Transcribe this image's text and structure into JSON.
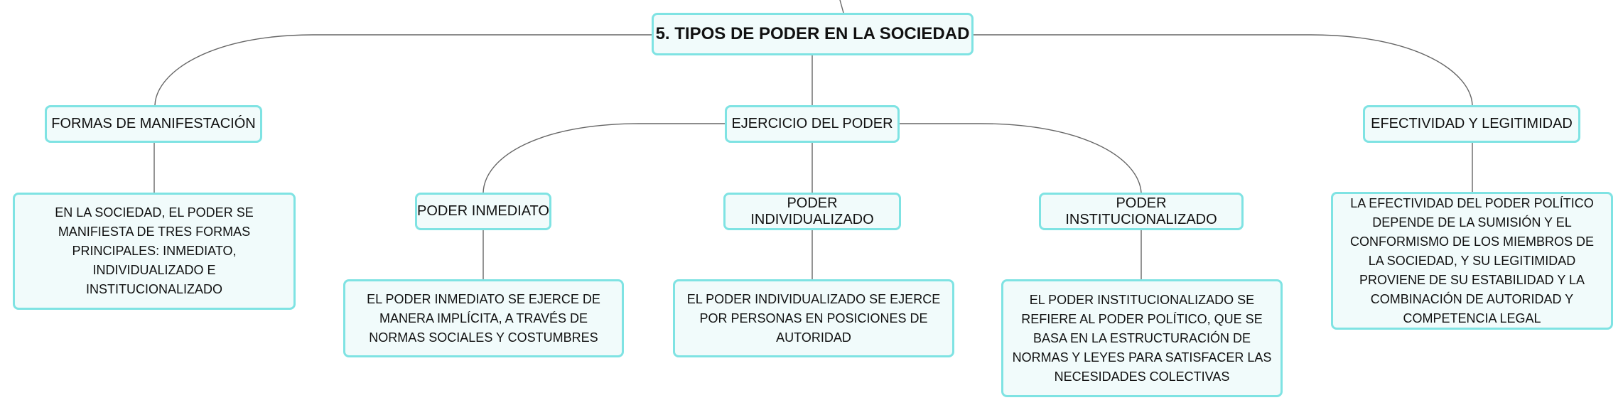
{
  "colors": {
    "node_border": "#7fe3e3",
    "node_fill": "#f1fbfb",
    "connector": "#666666",
    "text": "#111111"
  },
  "root": {
    "label": "5. TIPOS DE PODER EN LA SOCIEDAD"
  },
  "branches": {
    "formas": {
      "label": "FORMAS DE MANIFESTACIÓN",
      "description": "EN LA SOCIEDAD, EL PODER SE MANIFIESTA DE TRES FORMAS PRINCIPALES: INMEDIATO, INDIVIDUALIZADO E INSTITUCIONALIZADO"
    },
    "ejercicio": {
      "label": "EJERCICIO DEL PODER",
      "children": {
        "inmediato": {
          "label": "PODER INMEDIATO",
          "description": "EL PODER INMEDIATO SE EJERCE DE MANERA IMPLÍCITA, A TRAVÉS DE NORMAS SOCIALES Y COSTUMBRES"
        },
        "individualizado": {
          "label": "PODER INDIVIDUALIZADO",
          "description": "EL PODER INDIVIDUALIZADO SE EJERCE POR PERSONAS EN POSICIONES DE AUTORIDAD"
        },
        "institucionalizado": {
          "label": "PODER INSTITUCIONALIZADO",
          "description": "EL PODER INSTITUCIONALIZADO SE REFIERE AL PODER POLÍTICO, QUE SE BASA EN LA ESTRUCTURACIÓN DE NORMAS Y LEYES PARA SATISFACER LAS NECESIDADES COLECTIVAS"
        }
      }
    },
    "efectividad": {
      "label": "EFECTIVIDAD Y LEGITIMIDAD",
      "description": "LA EFECTIVIDAD DEL PODER POLÍTICO DEPENDE DE LA SUMISIÓN Y EL CONFORMISMO DE LOS MIEMBROS DE LA SOCIEDAD, Y SU LEGITIMIDAD PROVIENE DE SU ESTABILIDAD Y LA COMBINACIÓN DE AUTORIDAD Y COMPETENCIA LEGAL"
    }
  }
}
